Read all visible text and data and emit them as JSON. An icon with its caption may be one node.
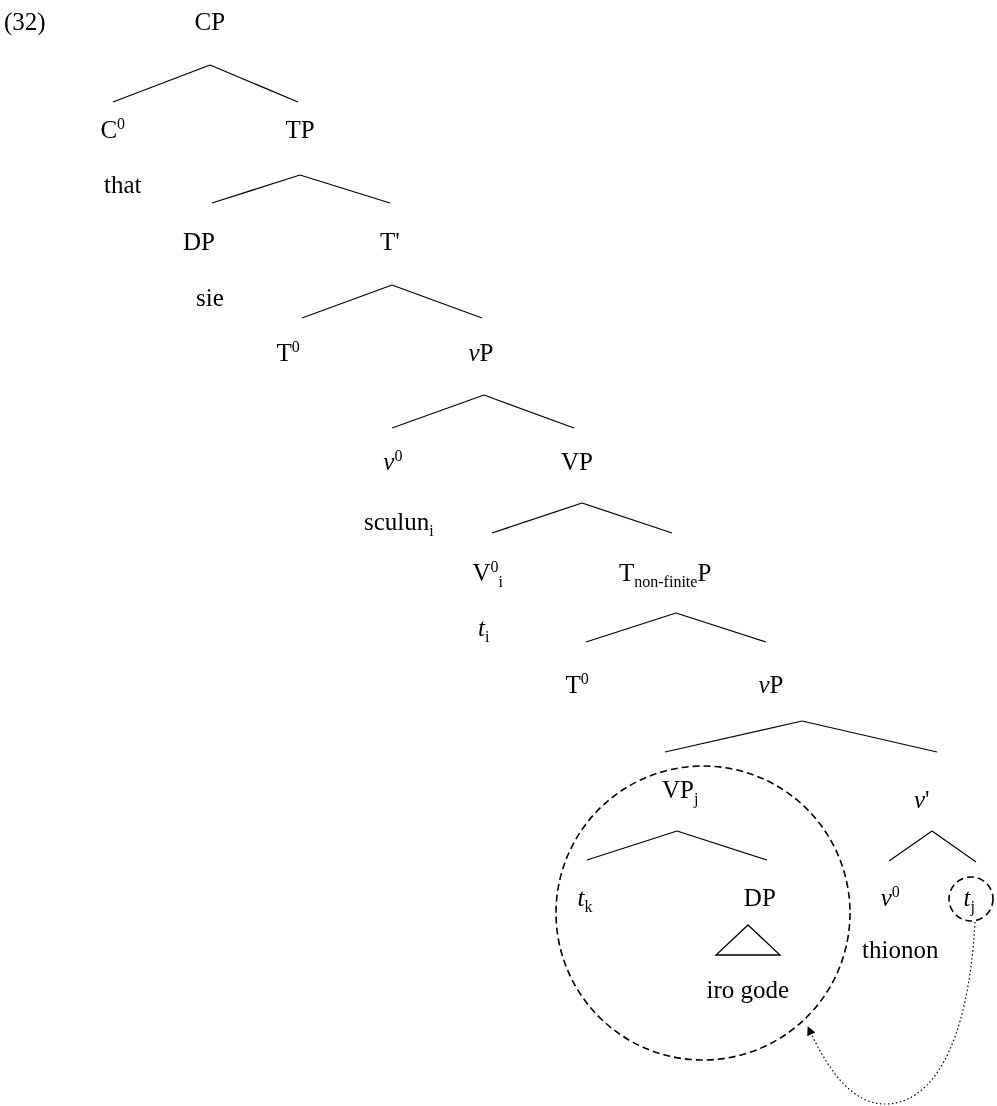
{
  "diagram": {
    "nodes": [
      {
        "text": [
          "CP"
        ]
      },
      {
        "text": [
          "C$^{0}$",
          "that"
        ]
      },
      {
        "text": [
          "TP"
        ]
      },
      {
        "text": [
          "DP",
          "sie"
        ]
      },
      {
        "text": [
          "T'"
        ]
      },
      {
        "text": [
          "T$^{0}$"
        ]
      },
      {
        "text": [
          "*v*$^{}$P"
        ]
      },
      {
        "text": [
          "*v*$^{0}$",
          "sculun$_{i}$"
        ]
      },
      {
        "text": [
          "VP"
        ]
      },
      {
        "text": [
          "V$^{0}$$_{i}$",
          "*t*$_{i}$"
        ]
      },
      {
        "text": [
          "T$_{non-finite}$P"
        ]
      },
      {
        "text": [
          "T$^{0}$"
        ]
      },
      {
        "text": [
          "*v*$^{}$P"
        ]
      },
      {
        "text": [],
        "shape": "circle"
      },
      {
        "text": [
          "VP$_{j}$"
        ],
        "in": 13
      },
      {
        "text": [
          "*t*$_{k}$"
        ],
        "in": 13
      },
      {
        "text": [
          "DP",
          "iro gode"
        ],
        "in": 13
      },
      {
        "text": [
          "*v*'"
        ]
      },
      {
        "text": [
          "*v*$^{0}$",
          "thionon"
        ]
      },
      {
        "text": [],
        "shape": "circle"
      },
      {
        "text": [
          "*t*$_{j}$"
        ],
        "in": 19
      }
    ],
    "edges": [
      {
        "from": 0,
        "to": 1,
        "arrow": "none"
      },
      {
        "from": 0,
        "to": 2,
        "arrow": "none"
      },
      {
        "from": 2,
        "to": 3,
        "arrow": "none"
      },
      {
        "from": 2,
        "to": 4,
        "arrow": "none"
      },
      {
        "from": 4,
        "to": 5,
        "arrow": "none"
      },
      {
        "from": 4,
        "to": 6,
        "arrow": "none"
      },
      {
        "from": 6,
        "to": 7,
        "arrow": "none"
      },
      {
        "from": 6,
        "to": 8,
        "arrow": "none"
      },
      {
        "from": 8,
        "to": 9,
        "arrow": "none"
      },
      {
        "from": 8,
        "to": 10,
        "arrow": "none"
      },
      {
        "from": 10,
        "to": 11,
        "arrow": "none"
      },
      {
        "from": 10,
        "to": 12,
        "arrow": "none"
      },
      {
        "from": 12,
        "to": 14,
        "arrow": "none"
      },
      {
        "from": 12,
        "to": 17,
        "arrow": "none"
      },
      {
        "from": 14,
        "to": 15,
        "arrow": "none"
      },
      {
        "from": 14,
        "to": 16,
        "arrow": "none"
      },
      {
        "from": 17,
        "to": 18,
        "arrow": "none"
      },
      {
        "from": 17,
        "to": 19,
        "arrow": "none"
      },
      {
        "from": 19,
        "to": 13,
        "arrow": "to",
        "style": "dashed"
      }
    ],
    "labels": [
      "(32)"
    ]
  }
}
